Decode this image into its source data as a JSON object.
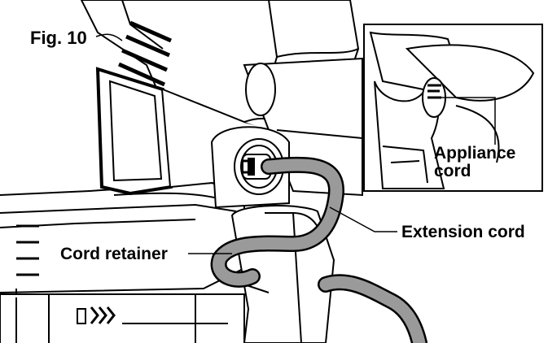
{
  "figure": {
    "label": "Fig. 10"
  },
  "callouts": {
    "appliance_cord": {
      "line1": "Appliance",
      "line2": "cord"
    },
    "extension_cord": "Extension cord",
    "cord_retainer": "Cord retainer"
  },
  "colors": {
    "ink": "#000000",
    "cord": "#9a9a9a",
    "paper": "#ffffff"
  }
}
